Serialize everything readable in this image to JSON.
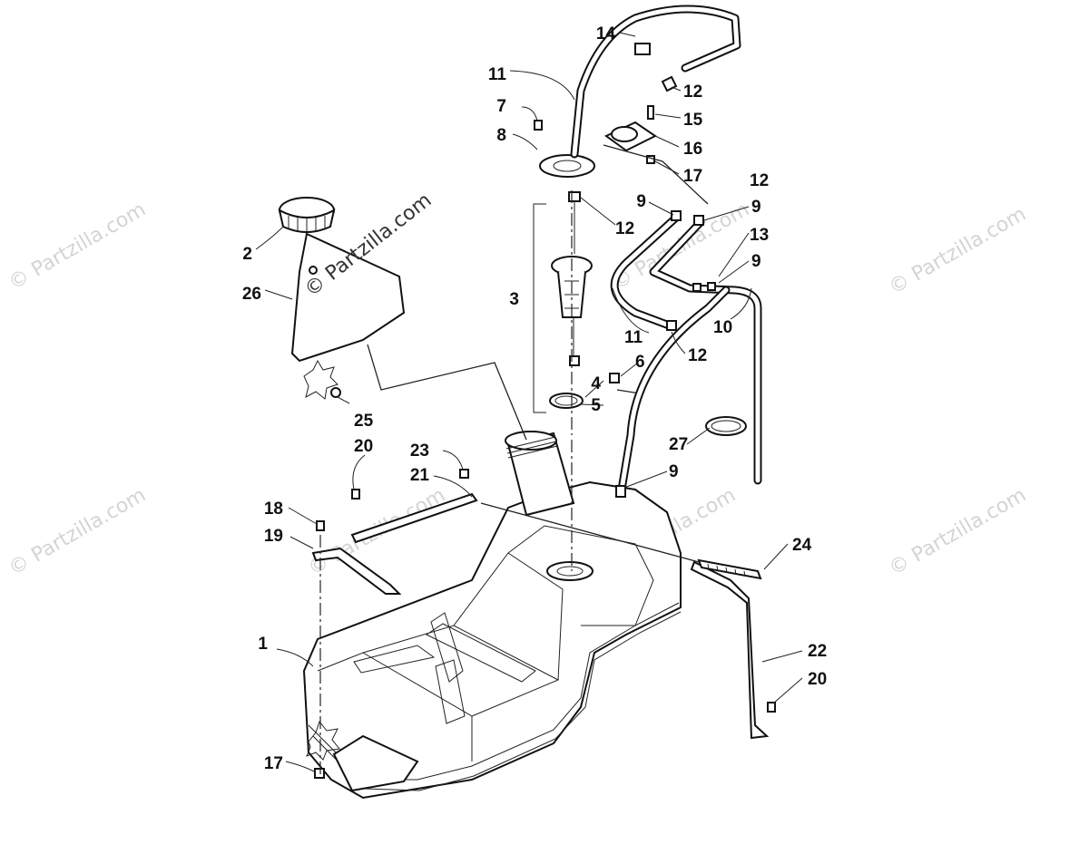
{
  "watermarks": {
    "main": "© Partzilla.com",
    "faint": "© Partzilla.com"
  },
  "callouts": [
    {
      "id": "c1",
      "label": "1"
    },
    {
      "id": "c2",
      "label": "2"
    },
    {
      "id": "c3",
      "label": "3"
    },
    {
      "id": "c4",
      "label": "4"
    },
    {
      "id": "c5",
      "label": "5"
    },
    {
      "id": "c6",
      "label": "6"
    },
    {
      "id": "c7",
      "label": "7"
    },
    {
      "id": "c8",
      "label": "8"
    },
    {
      "id": "c9a",
      "label": "9"
    },
    {
      "id": "c9b",
      "label": "9"
    },
    {
      "id": "c9c",
      "label": "9"
    },
    {
      "id": "c9d",
      "label": "9"
    },
    {
      "id": "c10",
      "label": "10"
    },
    {
      "id": "c11a",
      "label": "11"
    },
    {
      "id": "c11b",
      "label": "11"
    },
    {
      "id": "c12a",
      "label": "12"
    },
    {
      "id": "c12b",
      "label": "12"
    },
    {
      "id": "c12c",
      "label": "12"
    },
    {
      "id": "c12d",
      "label": "12"
    },
    {
      "id": "c13",
      "label": "13"
    },
    {
      "id": "c14",
      "label": "14"
    },
    {
      "id": "c15",
      "label": "15"
    },
    {
      "id": "c16",
      "label": "16"
    },
    {
      "id": "c17a",
      "label": "17"
    },
    {
      "id": "c17b",
      "label": "17"
    },
    {
      "id": "c18",
      "label": "18"
    },
    {
      "id": "c19",
      "label": "19"
    },
    {
      "id": "c20a",
      "label": "20"
    },
    {
      "id": "c20b",
      "label": "20"
    },
    {
      "id": "c21",
      "label": "21"
    },
    {
      "id": "c22",
      "label": "22"
    },
    {
      "id": "c23",
      "label": "23"
    },
    {
      "id": "c24",
      "label": "24"
    },
    {
      "id": "c25",
      "label": "25"
    },
    {
      "id": "c26",
      "label": "26"
    },
    {
      "id": "c27",
      "label": "27"
    }
  ]
}
